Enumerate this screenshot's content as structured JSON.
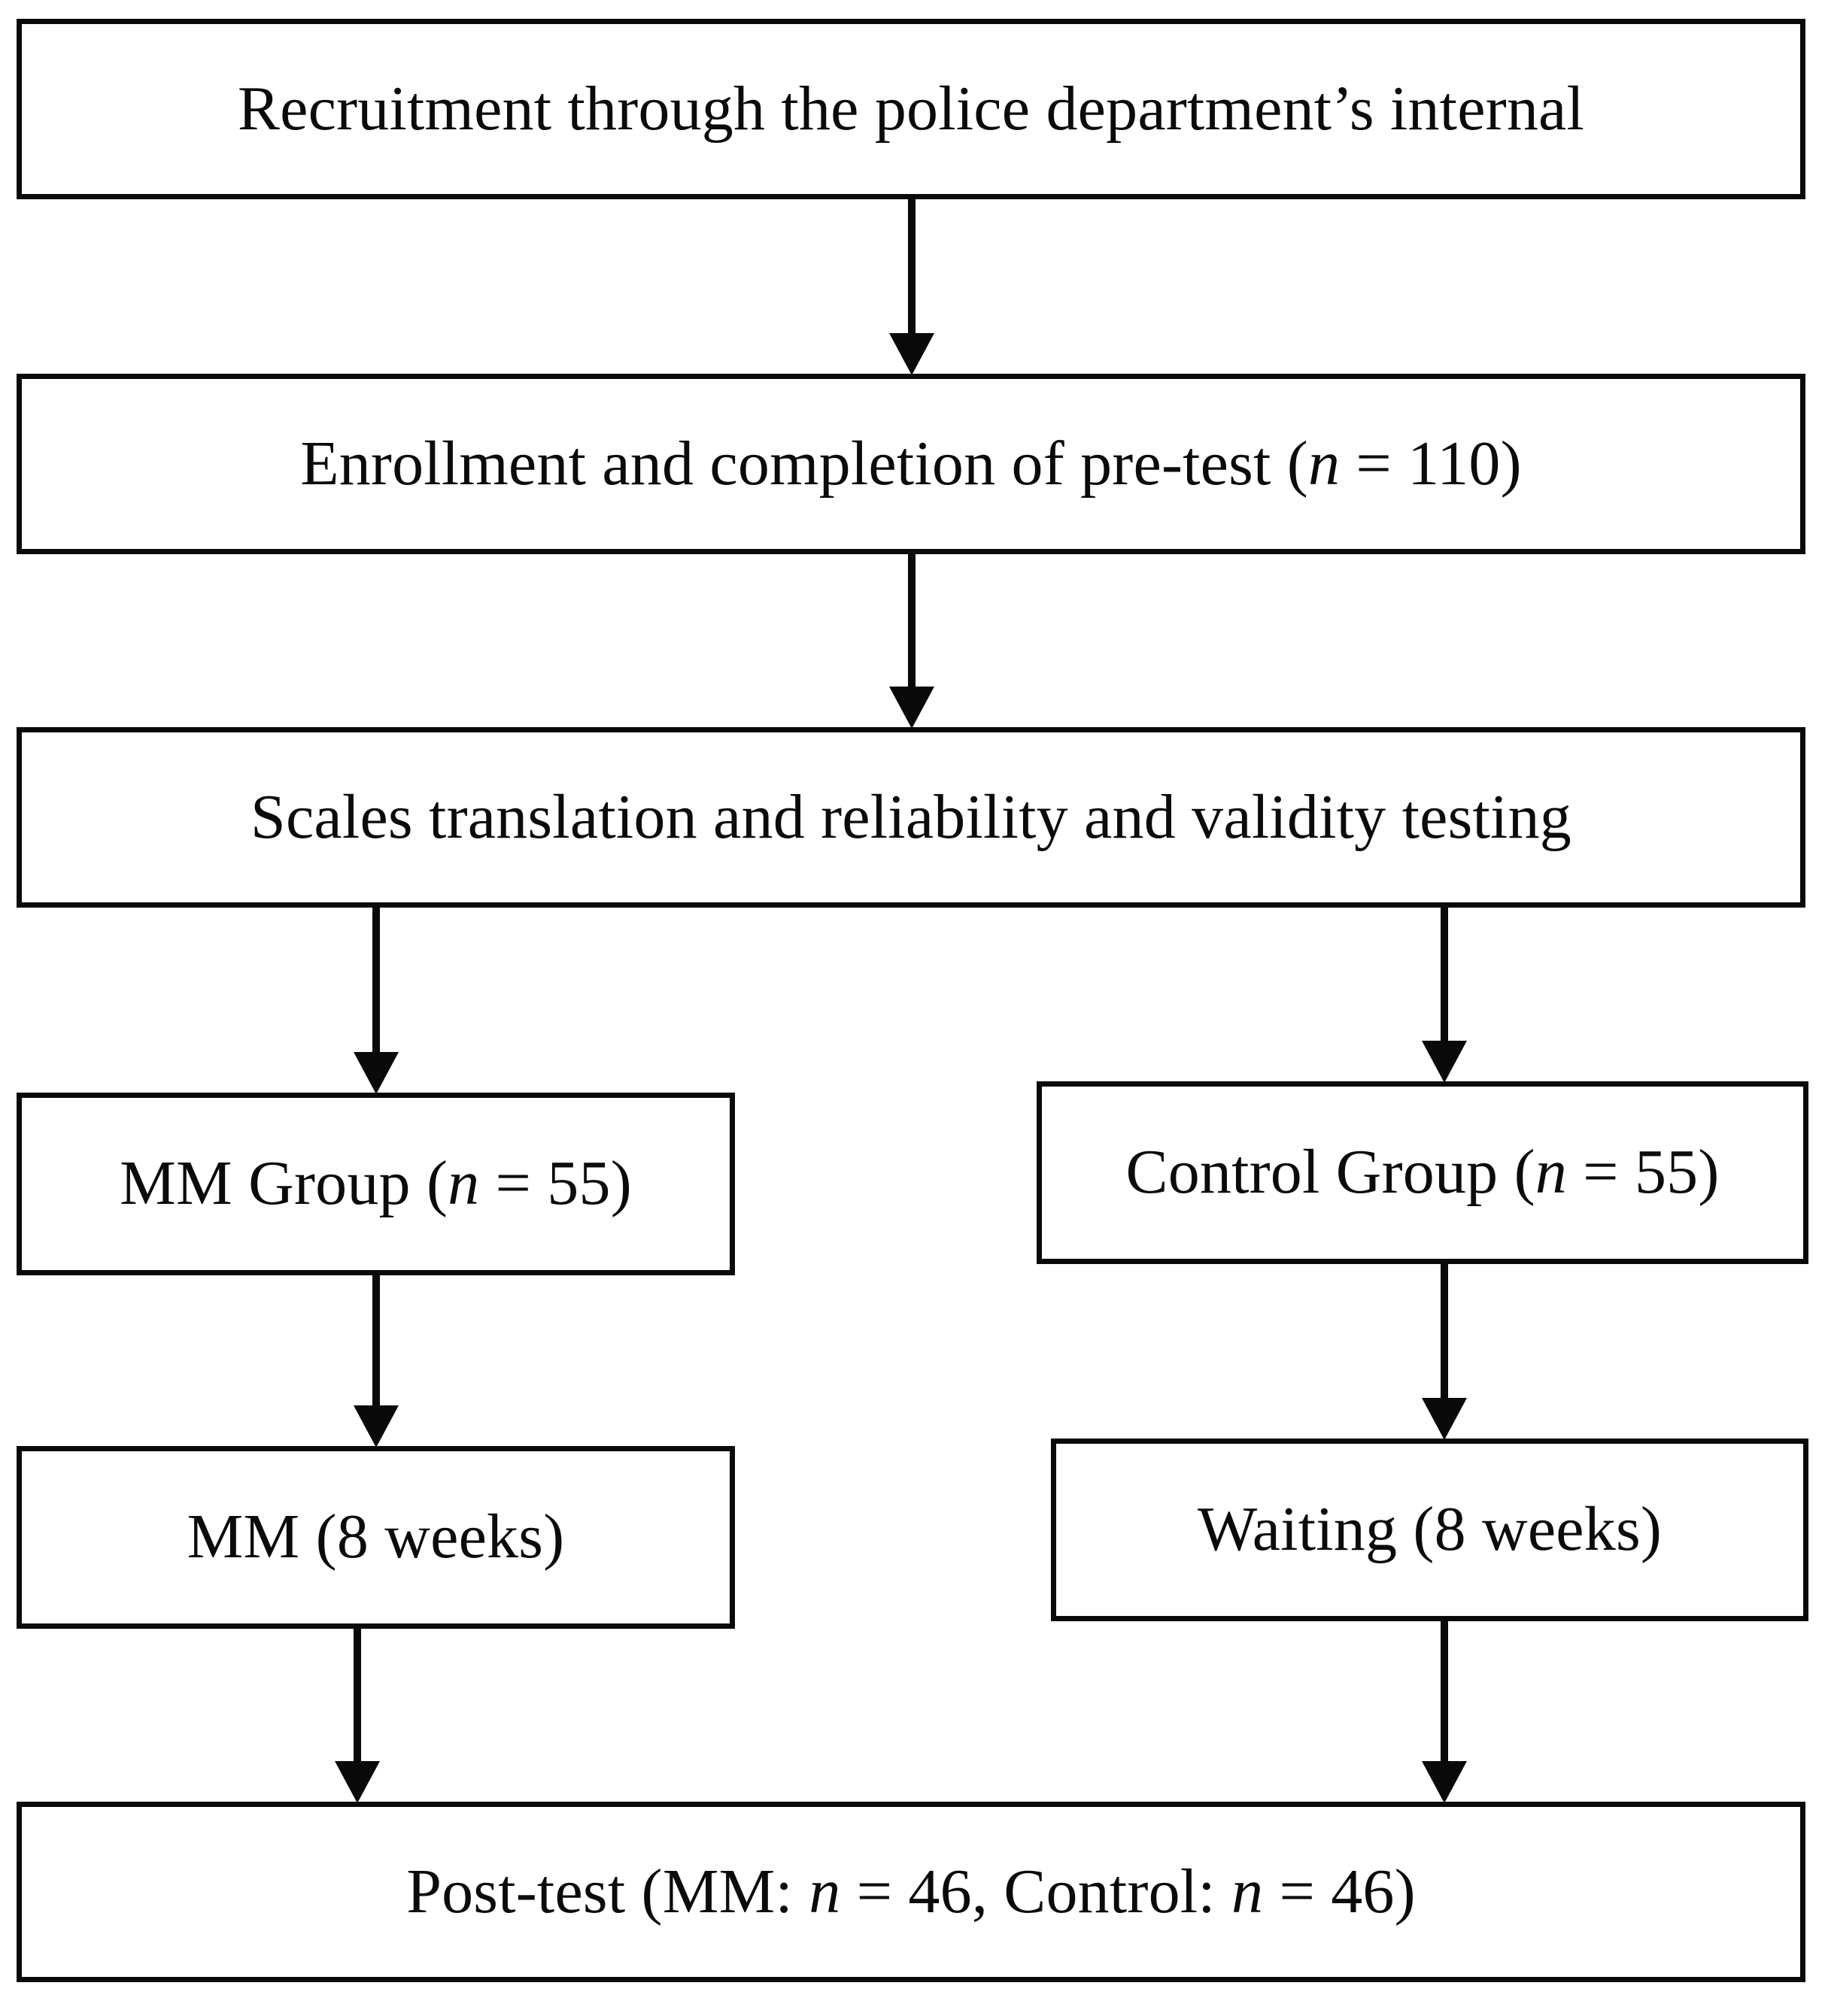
{
  "diagram": {
    "type": "flowchart",
    "title": "Study design flowchart",
    "orientation": "top-to-bottom",
    "colors": {
      "box_border": "#0a0a0a",
      "box_fill": "#ffffff",
      "arrow": "#0a0a0a",
      "text": "#0b0b0b",
      "background": "#ffffff"
    },
    "nodes": [
      {
        "id": "recruitment",
        "label": "Recruitment through the police department’s internal",
        "label_plain": "Recruitment through the police department's internal"
      },
      {
        "id": "enrollment",
        "label_prefix": "Enrollment and completion of pre-test (",
        "label_italic": "n",
        "label_suffix": " = 110)",
        "label_plain": "Enrollment and completion of pre-test (n = 110)",
        "n": 110
      },
      {
        "id": "scales",
        "label": "Scales translation and reliability and validity testing",
        "label_plain": "Scales translation and reliability and validity testing"
      },
      {
        "id": "mm-group",
        "label_prefix": "MM Group (",
        "label_italic": "n",
        "label_suffix": " = 55)",
        "label_plain": "MM Group (n = 55)",
        "n": 55
      },
      {
        "id": "control-group",
        "label_prefix": "Control Group (",
        "label_italic": "n",
        "label_suffix": " = 55)",
        "label_plain": "Control Group (n = 55)",
        "n": 55
      },
      {
        "id": "mm-weeks",
        "label": "MM (8 weeks)",
        "label_plain": "MM (8 weeks)",
        "duration_weeks": 8
      },
      {
        "id": "waiting",
        "label": "Waiting (8 weeks)",
        "label_plain": "Waiting (8 weeks)",
        "duration_weeks": 8
      },
      {
        "id": "post-test",
        "label_prefix": "Post-test (MM: ",
        "label_italic_1": "n",
        "label_mid": " = 46, Control: ",
        "label_italic_2": "n",
        "label_suffix": " = 46)",
        "label_plain": "Post-test (MM: n = 46, Control: n = 46)",
        "n_mm": 46,
        "n_control": 46
      }
    ],
    "edges": [
      {
        "id": "recruit-enroll",
        "from": "recruitment",
        "to": "enrollment",
        "style": "solid-arrow"
      },
      {
        "id": "enroll-scales",
        "from": "enrollment",
        "to": "scales",
        "style": "solid-arrow"
      },
      {
        "id": "scales-mm",
        "from": "scales",
        "to": "mm-group",
        "style": "solid-arrow"
      },
      {
        "id": "scales-control",
        "from": "scales",
        "to": "control-group",
        "style": "solid-arrow"
      },
      {
        "id": "mm-mmweeks",
        "from": "mm-group",
        "to": "mm-weeks",
        "style": "solid-arrow"
      },
      {
        "id": "control-waiting",
        "from": "control-group",
        "to": "waiting",
        "style": "solid-arrow"
      },
      {
        "id": "mmweeks-post",
        "from": "mm-weeks",
        "to": "post-test",
        "style": "solid-arrow"
      },
      {
        "id": "waiting-post",
        "from": "waiting",
        "to": "post-test",
        "style": "solid-arrow"
      }
    ]
  }
}
